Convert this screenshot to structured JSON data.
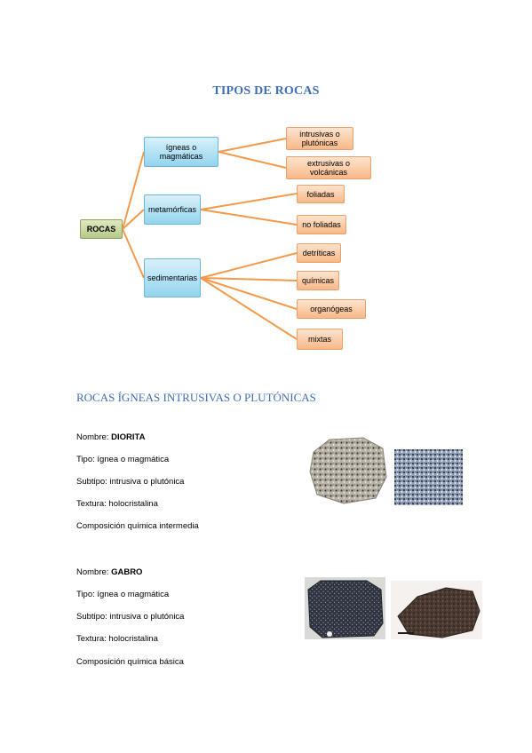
{
  "title": "TIPOS DE ROCAS",
  "diagram": {
    "root": "ROCAS",
    "branches": [
      {
        "label": "ígneas o magmáticas",
        "children": [
          "intrusivas o plutónicas",
          "extrusivas o volcánicas"
        ]
      },
      {
        "label": "metamórficas",
        "children": [
          "foliadas",
          "no foliadas"
        ]
      },
      {
        "label": "sedimentarias",
        "children": [
          "detríticas",
          "químicas",
          "organógeas",
          "mixtas"
        ]
      }
    ]
  },
  "section_title": "ROCAS ÍGNEAS INTRUSIVAS O PLUTÓNICAS",
  "rocks": [
    {
      "nombre_label": "Nombre:",
      "nombre": "DIORITA",
      "tipo": "Tipo: ígnea o magmática",
      "subtipo": "Subtipo: intrusiva o plutónica",
      "textura": "Textura: holocristalina",
      "composicion": "Composición química intermedia"
    },
    {
      "nombre_label": "Nombre:",
      "nombre": "GABRO",
      "tipo": "Tipo: ígnea o magmática",
      "subtipo": "Subtipo: intrusiva o plutónica",
      "textura": "Textura: holocristalina",
      "composicion": "Composición química básica"
    }
  ],
  "colors": {
    "heading": "#3f6fb6",
    "connector": "#f39a4a",
    "root": "#c9d89b",
    "level1": "#a8dcf0",
    "level2": "#fbc79d"
  }
}
